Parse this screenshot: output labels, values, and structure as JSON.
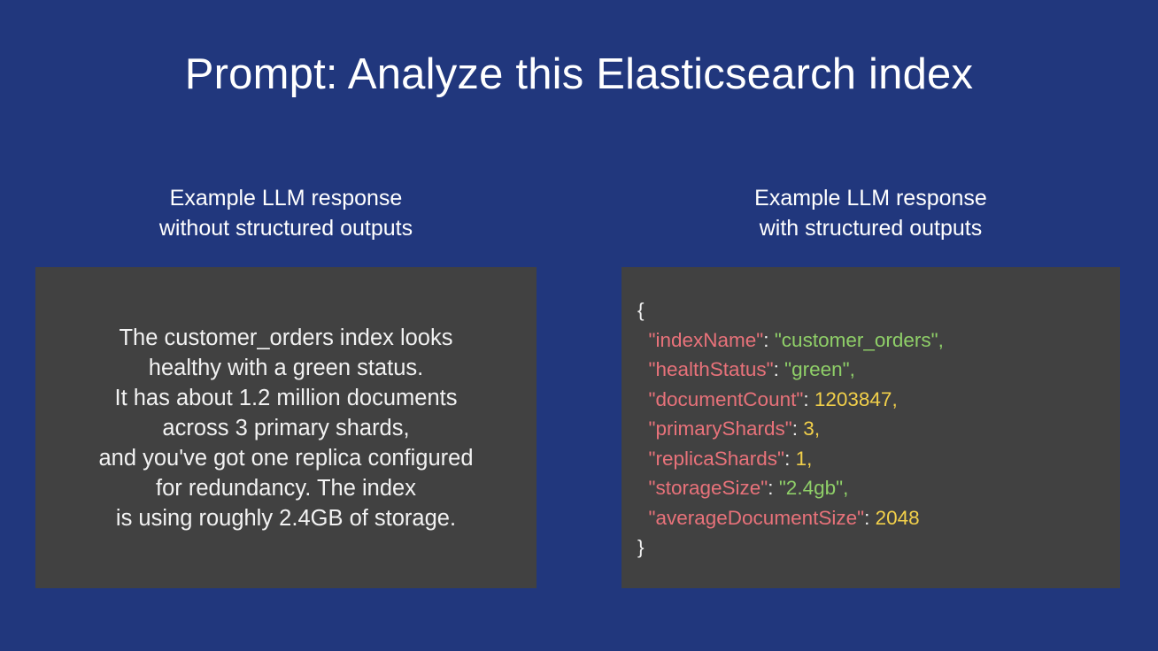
{
  "slide": {
    "background_color": "#21377d",
    "panel_color": "#414141",
    "title": "Prompt: Analyze this Elasticsearch index"
  },
  "columns": {
    "left": {
      "heading_line1": "Example LLM response",
      "heading_line2": "without structured outputs",
      "prose_lines": [
        "The customer_orders index looks",
        "healthy with a green status.",
        "It has about 1.2 million documents",
        "across 3 primary shards,",
        "and you've got one replica configured",
        "for redundancy. The index",
        "is using roughly 2.4GB of storage."
      ]
    },
    "right": {
      "heading_line1": "Example LLM response",
      "heading_line2": "with structured outputs",
      "syntax_colors": {
        "key": "#e8727a",
        "string": "#8fcf68",
        "number": "#f2d04a",
        "punctuation": "#f2f2f2"
      },
      "json_lines": [
        {
          "indent": 0,
          "open_brace": "{"
        },
        {
          "indent": 1,
          "key": "\"indexName\"",
          "colon": ": ",
          "value": "\"customer_orders\"",
          "value_type": "string",
          "comma": ","
        },
        {
          "indent": 1,
          "key": "\"healthStatus\"",
          "colon": ": ",
          "value": "\"green\"",
          "value_type": "string",
          "comma": ","
        },
        {
          "indent": 1,
          "key": "\"documentCount\"",
          "colon": ": ",
          "value": "1203847",
          "value_type": "number",
          "comma": ","
        },
        {
          "indent": 1,
          "key": "\"primaryShards\"",
          "colon": ": ",
          "value": "3",
          "value_type": "number",
          "comma": ","
        },
        {
          "indent": 1,
          "key": "\"replicaShards\"",
          "colon": ": ",
          "value": "1",
          "value_type": "number",
          "comma": ","
        },
        {
          "indent": 1,
          "key": "\"storageSize\"",
          "colon": ": ",
          "value": "\"2.4gb\"",
          "value_type": "string",
          "comma": ","
        },
        {
          "indent": 1,
          "key": "\"averageDocumentSize\"",
          "colon": ": ",
          "value": "2048",
          "value_type": "number",
          "comma": ""
        },
        {
          "indent": 0,
          "close_brace": "}"
        }
      ]
    }
  }
}
